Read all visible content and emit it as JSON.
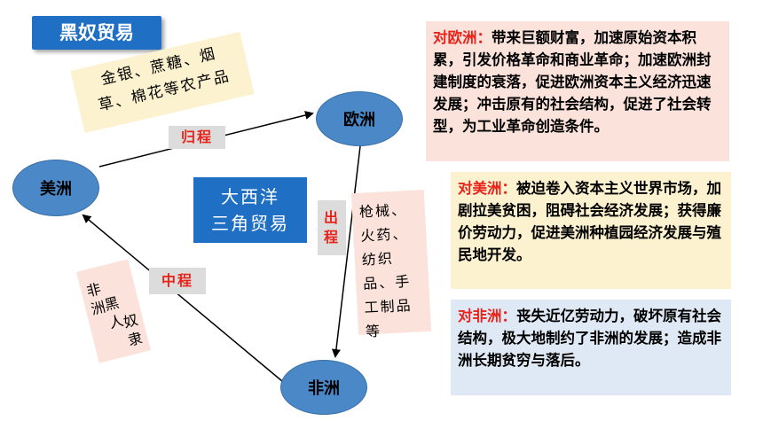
{
  "title": "黑奴贸易",
  "nodes": {
    "americas": "美洲",
    "europe": "欧洲",
    "africa": "非洲"
  },
  "center": {
    "line1": "大西洋",
    "line2": "三角贸易"
  },
  "routes": {
    "return_label": "归程",
    "return_goods_line1": "金银、蔗糖、烟",
    "return_goods_line2": "草、棉花等农产品",
    "out_label_1": "出",
    "out_label_2": "程",
    "out_goods": [
      "枪械、",
      "火药、",
      "纺织",
      "品、手",
      "工制品",
      "等"
    ],
    "middle_label": "中程",
    "middle_goods_col1": [
      "非",
      "洲"
    ],
    "middle_goods_col2": [
      "黑",
      "人"
    ],
    "middle_goods_col3": [
      "奴",
      "隶"
    ]
  },
  "effects": {
    "europe": {
      "lead": "对欧洲：",
      "text": "带来巨额财富，加速原始资本积累，引发价格革命和商业革命；加速欧洲封建制度的衰落，促进欧洲资本主义经济迅速发展；冲击原有的社会结构，促进了社会转型，为工业革命创造条件。"
    },
    "americas": {
      "lead": "对美洲：",
      "text": "被迫卷入资本主义世界市场，加剧拉美贫困，阻碍社会经济发展；获得廉价劳动力，促进美洲种植园经济发展与殖民地开发。"
    },
    "africa": {
      "lead": "对非洲：",
      "text": "丧失近亿劳动力，破坏原有社会结构，极大地制约了非洲的发展；造成非洲长期贫穷与落后。"
    }
  },
  "colors": {
    "blue": "#1f6fc5",
    "node": "#4a88c8",
    "red": "#e8231a",
    "pink": "#fbe3dc",
    "yellow": "#fdf2cf",
    "lightblue": "#dfe9f5"
  }
}
